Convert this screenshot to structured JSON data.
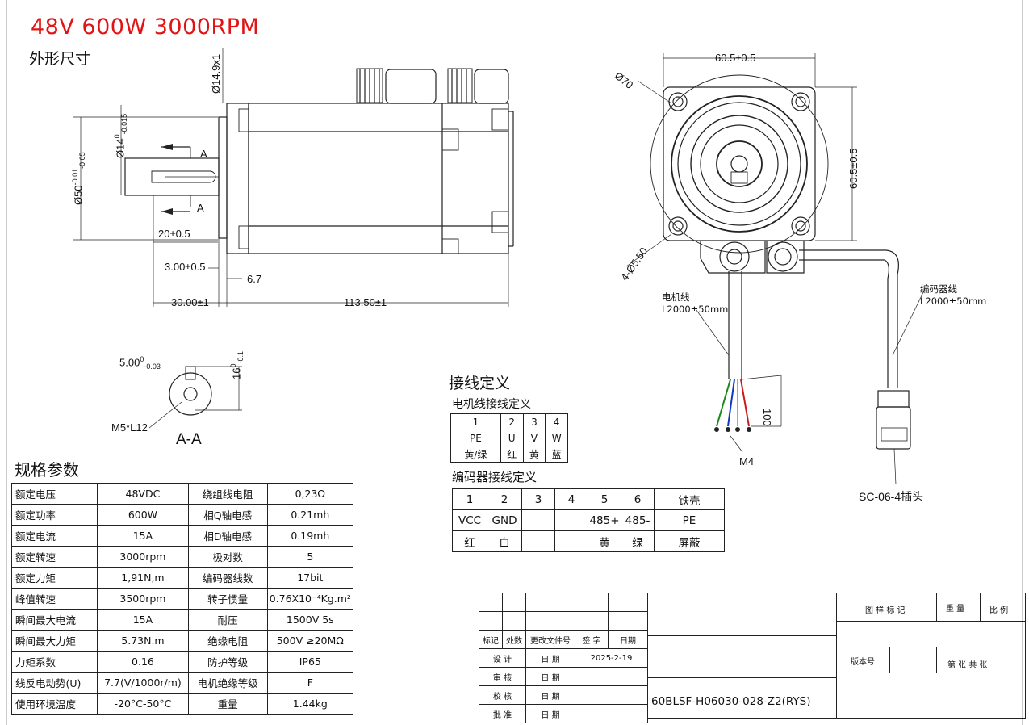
{
  "title": "48V 600W 3000RPM",
  "outline_header": "外形尺寸",
  "dimensions": {
    "d_shaft_base": "Ø14",
    "d_shaft_tol_upper": "0",
    "d_shaft_tol_lower": "-0.015",
    "d_pilot_base": "Ø50",
    "d_pilot_tol_upper": "-0.01",
    "d_pilot_tol_lower": "-0.05",
    "d_connector": "Ø14.9x1",
    "key_length": "20±0.5",
    "flange_step": "3.00±0.5",
    "flange_thick": "6.7",
    "shaft_length": "30.00±1",
    "body_length": "113.50±1",
    "section_mark": "A",
    "square_w": "60.5±0.5",
    "square_h": "60.5±0.5",
    "bolt_circle": "Ø70",
    "holes": "4-Ø5.50",
    "motor_lead_name": "电机线",
    "motor_lead_len": "L2000±50mm",
    "encoder_lead_name": "编码器线",
    "encoder_lead_len": "L2000±50mm",
    "strip_len": "100",
    "terminal": "M4",
    "plug": "SC-06-4插头",
    "key_width_base": "5.00",
    "key_width_tol_upper": "0",
    "key_width_tol_lower": "-0.03",
    "key_height_base": "16",
    "key_height_tol_upper": "0",
    "key_height_tol_lower": "-0.1",
    "thread": "M5*L12",
    "section_label": "A-A"
  },
  "wiring": {
    "header": "接线定义",
    "motor_header": "电机线接线定义",
    "motor_table": [
      [
        "1",
        "2",
        "3",
        "4"
      ],
      [
        "PE",
        "U",
        "V",
        "W"
      ],
      [
        "黄/绿",
        "红",
        "黄",
        "蓝"
      ]
    ],
    "encoder_header": "编码器接线定义",
    "encoder_table": [
      [
        "1",
        "2",
        "3",
        "4",
        "5",
        "6",
        "铁壳"
      ],
      [
        "VCC",
        "GND",
        "",
        "",
        "485+",
        "485-",
        "PE"
      ],
      [
        "红",
        "白",
        "",
        "",
        "黄",
        "绿",
        "屏蔽"
      ]
    ]
  },
  "specs": {
    "header": "规格参数",
    "rows": [
      [
        "额定电压",
        "48VDC",
        "绕组线电阻",
        "0,23Ω"
      ],
      [
        "额定功率",
        "600W",
        "相Q轴电感",
        "0.21mh"
      ],
      [
        "额定电流",
        "15A",
        "相D轴电感",
        "0.19mh"
      ],
      [
        "额定转速",
        "3000rpm",
        "极对数",
        "5"
      ],
      [
        "额定力矩",
        "1,91N,m",
        "编码器线数",
        "17bit"
      ],
      [
        "峰值转速",
        "3500rpm",
        "转子惯量",
        "0.76X10⁻⁴Kg.m²"
      ],
      [
        "瞬间最大电流",
        "15A",
        "耐压",
        "1500V 5s"
      ],
      [
        "瞬间最大力矩",
        "5.73N.m",
        "绝缘电阻",
        "500V ≥20MΩ"
      ],
      [
        "力矩系数",
        "0.16",
        "防护等级",
        "IP65"
      ],
      [
        "线反电动势(U)",
        "7.7(V/1000r/m)",
        "电机绝缘等级",
        "F"
      ],
      [
        "使用环境温度",
        "-20°C-50°C",
        "重量",
        "1.44kg"
      ]
    ]
  },
  "title_block": {
    "rev_headers": [
      "标记",
      "处数",
      "更改文件号",
      "签 字",
      "日期"
    ],
    "design": "设 计",
    "review": "审 核",
    "check": "校 核",
    "approve": "批 准",
    "date_label": "日 期",
    "date_value": "2025-2-19",
    "drawing_mark": "图 样 标 记",
    "weight": "重 量",
    "scale": "比 例",
    "version": "版本号",
    "sheet": "第 张 共 张",
    "model": "60BLSF-H06030-028-Z2(RYS)"
  }
}
